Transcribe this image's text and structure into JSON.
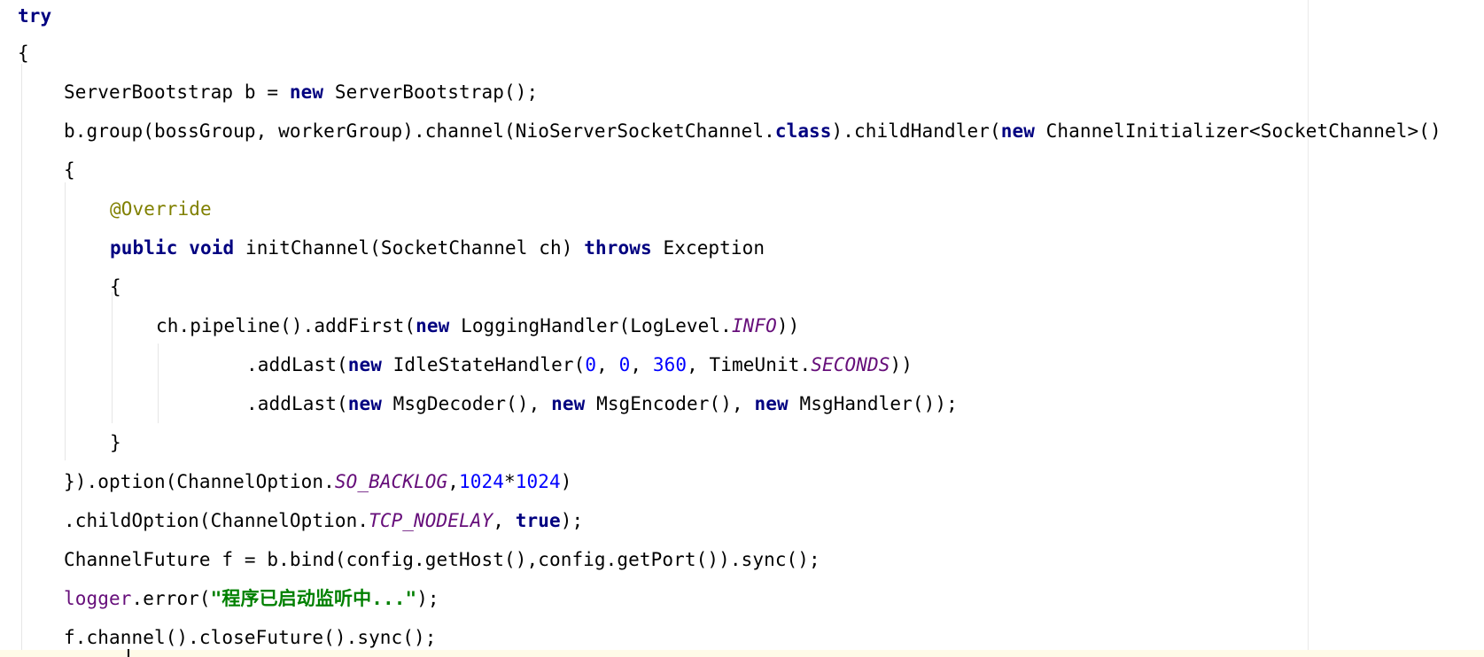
{
  "code": {
    "lines": [
      [
        {
          "t": "try",
          "c": "kw"
        }
      ],
      [
        {
          "t": "{",
          "c": ""
        }
      ],
      [
        {
          "t": "ServerBootstrap b = ",
          "c": ""
        },
        {
          "t": "new",
          "c": "kw"
        },
        {
          "t": " ServerBootstrap();",
          "c": ""
        }
      ],
      [
        {
          "t": "b.group(bossGroup, workerGroup).channel(NioServerSocketChannel.",
          "c": ""
        },
        {
          "t": "class",
          "c": "kw"
        },
        {
          "t": ").childHandler(",
          "c": ""
        },
        {
          "t": "new",
          "c": "kw"
        },
        {
          "t": " ChannelInitializer<SocketChannel>()",
          "c": ""
        }
      ],
      [
        {
          "t": "{",
          "c": ""
        }
      ],
      [
        {
          "t": "@Override",
          "c": "ann"
        }
      ],
      [
        {
          "t": "public",
          "c": "kw"
        },
        {
          "t": " ",
          "c": ""
        },
        {
          "t": "void",
          "c": "kw"
        },
        {
          "t": " initChannel(SocketChannel ch) ",
          "c": ""
        },
        {
          "t": "throws",
          "c": "kw"
        },
        {
          "t": " Exception",
          "c": ""
        }
      ],
      [
        {
          "t": "{",
          "c": ""
        }
      ],
      [
        {
          "t": "ch.pipeline().addFirst(",
          "c": ""
        },
        {
          "t": "new",
          "c": "kw"
        },
        {
          "t": " LoggingHandler(LogLevel.",
          "c": ""
        },
        {
          "t": "INFO",
          "c": "fld"
        },
        {
          "t": "))",
          "c": ""
        }
      ],
      [
        {
          "t": ".addLast(",
          "c": ""
        },
        {
          "t": "new",
          "c": "kw"
        },
        {
          "t": " IdleStateHandler(",
          "c": ""
        },
        {
          "t": "0",
          "c": "num"
        },
        {
          "t": ", ",
          "c": ""
        },
        {
          "t": "0",
          "c": "num"
        },
        {
          "t": ", ",
          "c": ""
        },
        {
          "t": "360",
          "c": "num"
        },
        {
          "t": ", TimeUnit.",
          "c": ""
        },
        {
          "t": "SECONDS",
          "c": "fld"
        },
        {
          "t": "))",
          "c": ""
        }
      ],
      [
        {
          "t": ".addLast(",
          "c": ""
        },
        {
          "t": "new",
          "c": "kw"
        },
        {
          "t": " MsgDecoder(), ",
          "c": ""
        },
        {
          "t": "new",
          "c": "kw"
        },
        {
          "t": " MsgEncoder(), ",
          "c": ""
        },
        {
          "t": "new",
          "c": "kw"
        },
        {
          "t": " MsgHandler());",
          "c": ""
        }
      ],
      [
        {
          "t": "}",
          "c": ""
        }
      ],
      [
        {
          "t": "}).option(ChannelOption.",
          "c": ""
        },
        {
          "t": "SO_BACKLOG",
          "c": "fld"
        },
        {
          "t": ",",
          "c": ""
        },
        {
          "t": "1024",
          "c": "num"
        },
        {
          "t": "*",
          "c": ""
        },
        {
          "t": "1024",
          "c": "num"
        },
        {
          "t": ")",
          "c": ""
        }
      ],
      [
        {
          "t": ".childOption(ChannelOption.",
          "c": ""
        },
        {
          "t": "TCP_NODELAY",
          "c": "fld"
        },
        {
          "t": ", ",
          "c": ""
        },
        {
          "t": "true",
          "c": "kw"
        },
        {
          "t": ");",
          "c": ""
        }
      ],
      [
        {
          "t": "ChannelFuture f = b.bind(config.getHost(),config.getPort()).sync();",
          "c": ""
        }
      ],
      [
        {
          "t": "logger",
          "c": "inst"
        },
        {
          "t": ".error(",
          "c": ""
        },
        {
          "t": "\"程序已启动监听中...\"",
          "c": "str"
        },
        {
          "t": ");",
          "c": ""
        }
      ],
      [
        {
          "t": "f.channel().closeFuture().sync();",
          "c": ""
        }
      ]
    ]
  }
}
